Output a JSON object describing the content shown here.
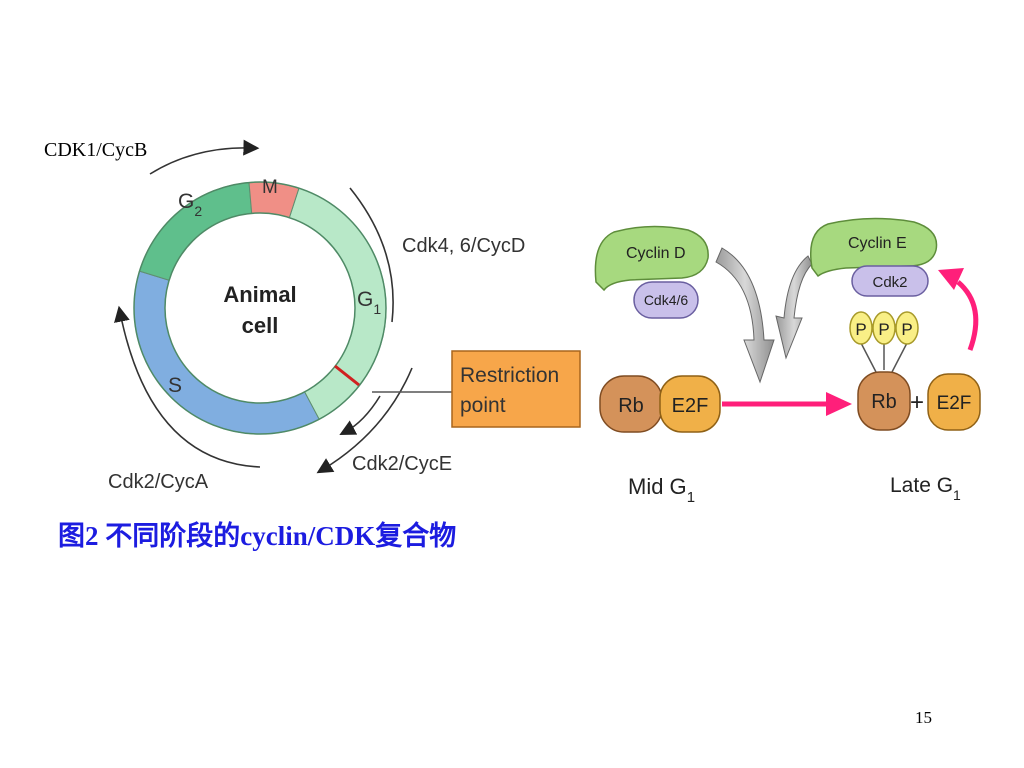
{
  "labels": {
    "cdk1_cycb": "CDK1/CycB",
    "g2_main": "G",
    "g2_sub": "2",
    "m": "M",
    "g1_main": "G",
    "g1_sub": "1",
    "s": "S",
    "animal": "Animal",
    "cell": "cell",
    "cdk46_cycd": "Cdk4, 6/CycD",
    "cdk2_cyca": "Cdk2/CycA",
    "cdk2_cyce": "Cdk2/CycE",
    "restriction_1": "Restriction",
    "restriction_2": "point"
  },
  "right_panel": {
    "cyclin_d": "Cyclin D",
    "cdk46": "Cdk4/6",
    "cyclin_e": "Cyclin E",
    "cdk2": "Cdk2",
    "rb": "Rb",
    "e2f": "E2F",
    "p": "P",
    "plus": "+",
    "mid_main": "Mid G",
    "mid_sub": "1",
    "late_main": "Late G",
    "late_sub": "1"
  },
  "caption": "图2 不同阶段的cyclin/CDK复合物",
  "page_number": "15",
  "colors": {
    "g2": "#5fbf8c",
    "m": "#f08f86",
    "g1": "#b8e8c8",
    "s": "#80aee0",
    "restriction_box": "#f7a64a",
    "cyclin": "#a7d97f",
    "cdk": "#c9c0ea",
    "rb": "#d4925a",
    "e2f": "#f0b048",
    "phosphate": "#f9ef86",
    "arrow_magenta": "#ff1f7a",
    "caption_blue": "#1c1ce0"
  }
}
